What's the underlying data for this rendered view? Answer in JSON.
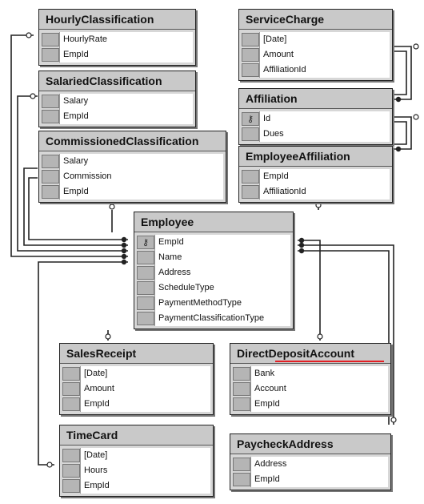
{
  "tables": {
    "hourly": {
      "title": "HourlyClassification",
      "fields": [
        "HourlyRate",
        "EmpId"
      ]
    },
    "salaried": {
      "title": "SalariedClassification",
      "fields": [
        "Salary",
        "EmpId"
      ]
    },
    "commissioned": {
      "title": "CommissionedClassification",
      "fields": [
        "Salary",
        "Commission",
        "EmpId"
      ]
    },
    "servicecharge": {
      "title": "ServiceCharge",
      "fields": [
        "[Date]",
        "Amount",
        "AffiliationId"
      ]
    },
    "affiliation": {
      "title": "Affiliation",
      "fields": [
        "Id",
        "Dues"
      ],
      "key_field": "Id"
    },
    "empaffiliation": {
      "title": "EmployeeAffiliation",
      "fields": [
        "EmpId",
        "AffiliationId"
      ]
    },
    "employee": {
      "title": "Employee",
      "fields": [
        "EmpId",
        "Name",
        "Address",
        "ScheduleType",
        "PaymentMethodType",
        "PaymentClassificationType"
      ],
      "key_field": "EmpId"
    },
    "salesreceipt": {
      "title": "SalesReceipt",
      "fields": [
        "[Date]",
        "Amount",
        "EmpId"
      ]
    },
    "directdeposit": {
      "title": "DirectDepositAccount",
      "fields": [
        "Bank",
        "Account",
        "EmpId"
      ]
    },
    "timecard": {
      "title": "TimeCard",
      "fields": [
        "[Date]",
        "Hours",
        "EmpId"
      ]
    },
    "paycheck": {
      "title": "PaycheckAddress",
      "fields": [
        "Address",
        "EmpId"
      ]
    }
  },
  "icons": {
    "key": "key-icon"
  },
  "colors": {
    "line": "#222222",
    "header": "#c9c9c9",
    "selector": "#b5b5b5",
    "highlight": "#e31e24"
  }
}
